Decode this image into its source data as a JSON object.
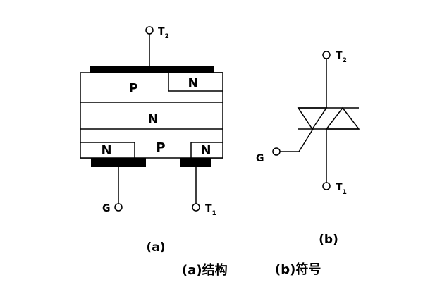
{
  "structure": {
    "top_terminal": {
      "letter": "T",
      "sub": "2"
    },
    "layers": {
      "top_p": "P",
      "top_n_insert": "N",
      "middle_n": "N",
      "bottom_p": "P",
      "bottom_left_n": "N",
      "bottom_right_n": "N"
    },
    "gate_terminal": "G",
    "bottom_terminal": {
      "letter": "T",
      "sub": "1"
    },
    "label": "(a)"
  },
  "symbol": {
    "top_terminal": {
      "letter": "T",
      "sub": "2"
    },
    "gate_terminal": "G",
    "bottom_terminal": {
      "letter": "T",
      "sub": "1"
    },
    "label": "(b)"
  },
  "captions": {
    "structure": "(a)结构",
    "symbol": "(b)符号"
  },
  "colors": {
    "ink": "#000000",
    "background": "#ffffff"
  }
}
